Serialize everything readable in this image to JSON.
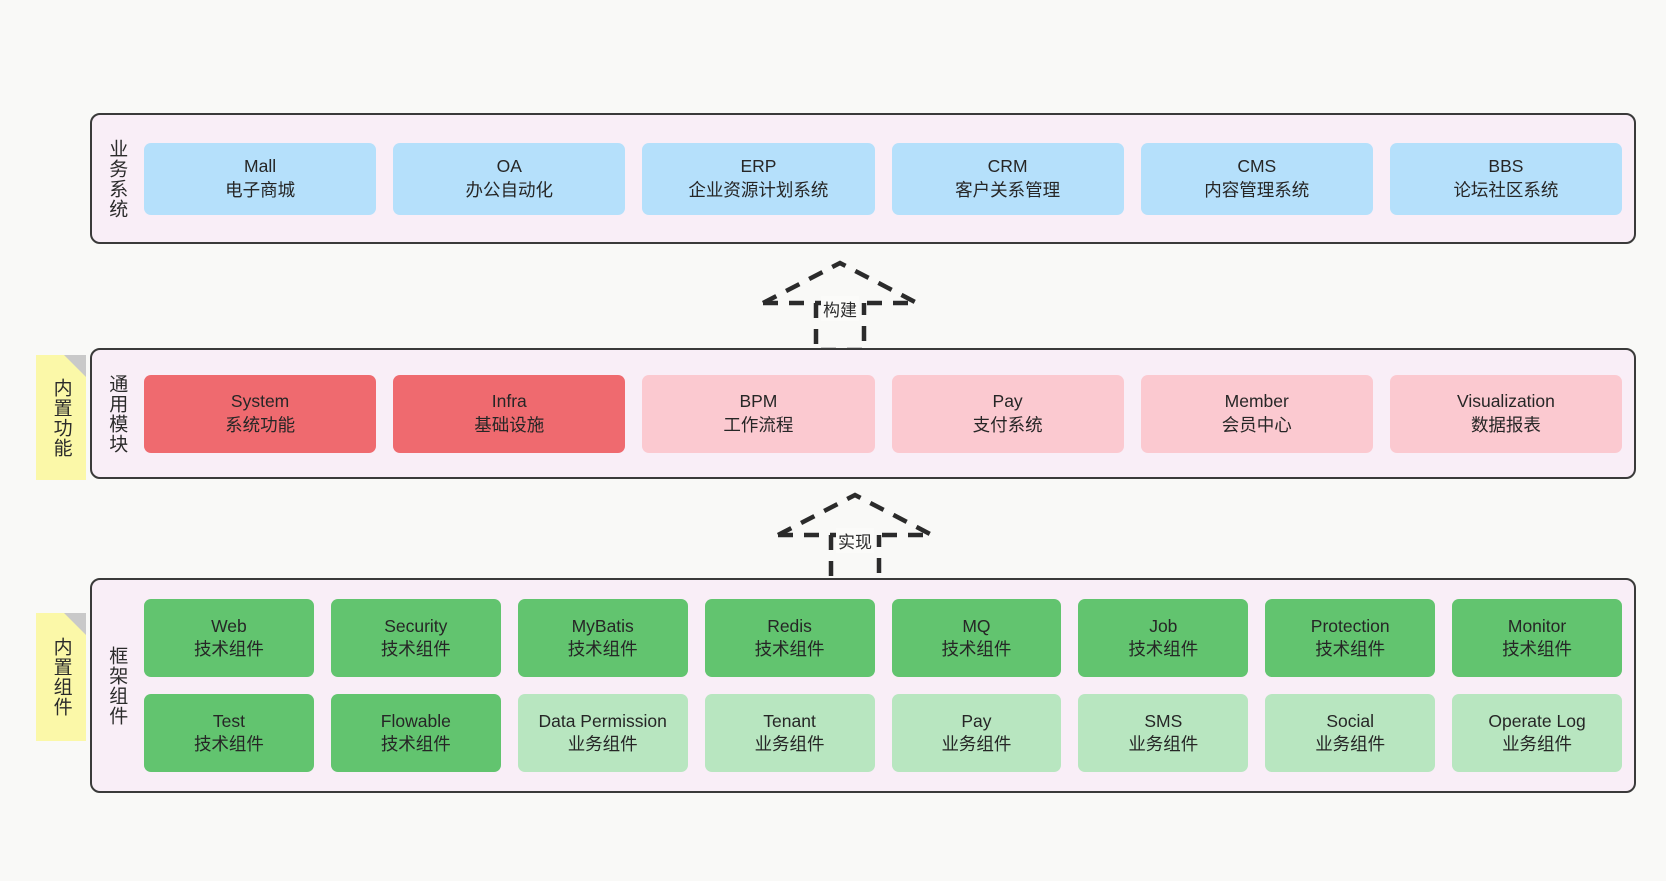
{
  "diagram": {
    "layers": [
      {
        "id": "business",
        "title": "业务系统",
        "rows": [
          [
            {
              "name": "Mall",
              "desc": "电子商城",
              "color": "#b5e0fb"
            },
            {
              "name": "OA",
              "desc": "办公自动化",
              "color": "#b5e0fb"
            },
            {
              "name": "ERP",
              "desc": "企业资源计划系统",
              "color": "#b5e0fb"
            },
            {
              "name": "CRM",
              "desc": "客户关系管理",
              "color": "#b5e0fb"
            },
            {
              "name": "CMS",
              "desc": "内容管理系统",
              "color": "#b5e0fb"
            },
            {
              "name": "BBS",
              "desc": "论坛社区系统",
              "color": "#b5e0fb"
            }
          ]
        ]
      },
      {
        "id": "common",
        "title": "通用模块",
        "sticky": "内置功能",
        "rows": [
          [
            {
              "name": "System",
              "desc": "系统功能",
              "color": "#ef6a6f"
            },
            {
              "name": "Infra",
              "desc": "基础设施",
              "color": "#ef6a6f"
            },
            {
              "name": "BPM",
              "desc": "工作流程",
              "color": "#fbc9d0"
            },
            {
              "name": "Pay",
              "desc": "支付系统",
              "color": "#fbc9d0"
            },
            {
              "name": "Member",
              "desc": "会员中心",
              "color": "#fbc9d0"
            },
            {
              "name": "Visualization",
              "desc": "数据报表",
              "color": "#fbc9d0"
            }
          ]
        ]
      },
      {
        "id": "framework",
        "title": "框架组件",
        "sticky": "内置组件",
        "rows": [
          [
            {
              "name": "Web",
              "desc": "技术组件",
              "color": "#62c46f"
            },
            {
              "name": "Security",
              "desc": "技术组件",
              "color": "#62c46f"
            },
            {
              "name": "MyBatis",
              "desc": "技术组件",
              "color": "#62c46f"
            },
            {
              "name": "Redis",
              "desc": "技术组件",
              "color": "#62c46f"
            },
            {
              "name": "MQ",
              "desc": "技术组件",
              "color": "#62c46f"
            },
            {
              "name": "Job",
              "desc": "技术组件",
              "color": "#62c46f"
            },
            {
              "name": "Protection",
              "desc": "技术组件",
              "color": "#62c46f"
            },
            {
              "name": "Monitor",
              "desc": "技术组件",
              "color": "#62c46f"
            }
          ],
          [
            {
              "name": "Test",
              "desc": "技术组件",
              "color": "#62c46f"
            },
            {
              "name": "Flowable",
              "desc": "技术组件",
              "color": "#62c46f"
            },
            {
              "name": "Data Permission",
              "desc": "业务组件",
              "color": "#b8e6c0"
            },
            {
              "name": "Tenant",
              "desc": "业务组件",
              "color": "#b8e6c0"
            },
            {
              "name": "Pay",
              "desc": "业务组件",
              "color": "#b8e6c0"
            },
            {
              "name": "SMS",
              "desc": "业务组件",
              "color": "#b8e6c0"
            },
            {
              "name": "Social",
              "desc": "业务组件",
              "color": "#b8e6c0"
            },
            {
              "name": "Operate Log",
              "desc": "业务组件",
              "color": "#b8e6c0"
            }
          ]
        ]
      }
    ],
    "connectors": [
      {
        "id": "build",
        "label": "构建"
      },
      {
        "id": "implement",
        "label": "实现"
      }
    ],
    "colors": {
      "panel_bg": "#f9eef7",
      "panel_border": "#3a3a3a",
      "canvas_bg": "#f9f9f7",
      "sticky_bg": "#fbf8a8",
      "sticky_fold": "#c9c9c9",
      "blue": "#b5e0fb",
      "red": "#ef6a6f",
      "pink": "#fbc9d0",
      "green": "#62c46f",
      "green_light": "#b8e6c0"
    }
  }
}
